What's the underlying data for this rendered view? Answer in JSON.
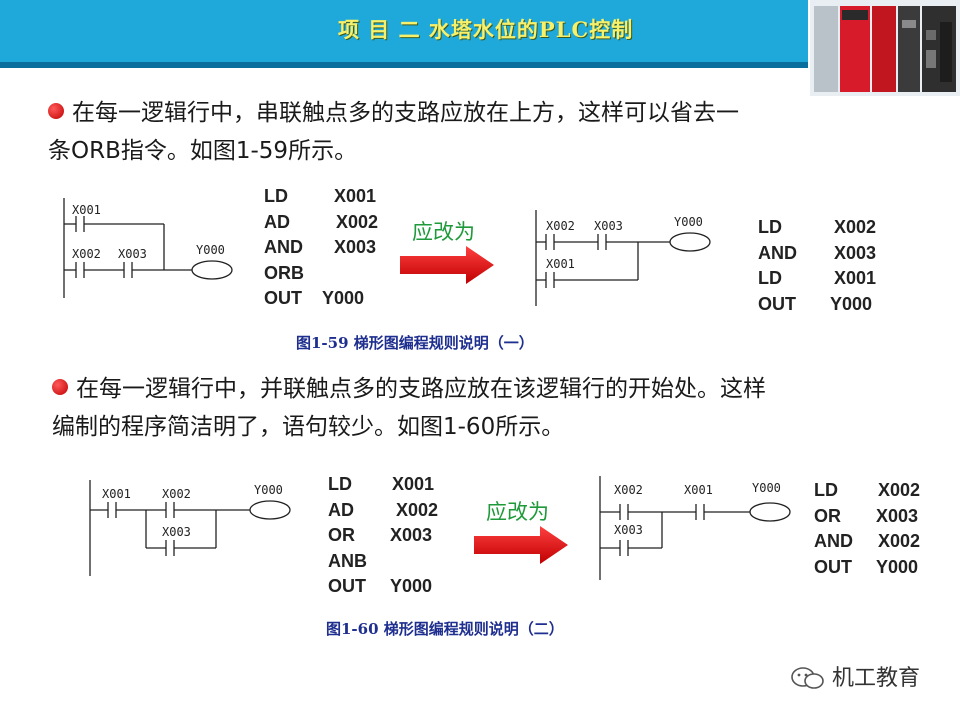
{
  "header": {
    "title": "项 目 二   水塔水位的PLC控制"
  },
  "section1": {
    "line1": "在每一逻辑行中，串联触点多的支路应放在上方，这样可以省去一",
    "line2": "条ORB指令。如图1-59所示。",
    "before_code": [
      {
        "op": "LD",
        "arg": "X001"
      },
      {
        "op": "AD",
        "arg": "X002"
      },
      {
        "op": "AND",
        "arg": "X003"
      },
      {
        "op": "ORB",
        "arg": ""
      },
      {
        "op": "OUT",
        "arg": "Y000"
      }
    ],
    "change_label": "应改为",
    "after_code": [
      {
        "op": "LD",
        "arg": "X002"
      },
      {
        "op": "AND",
        "arg": "X003"
      },
      {
        "op": "LD",
        "arg": "X001"
      },
      {
        "op": "OUT",
        "arg": "Y000"
      }
    ],
    "caption": "图1-59   梯形图编程规则说明（一）",
    "ladder_before": {
      "c1": "X001",
      "c2": "X002",
      "c3": "X003",
      "coil": "Y000"
    },
    "ladder_after": {
      "c1": "X002",
      "c2": "X003",
      "c3": "X001",
      "coil": "Y000"
    }
  },
  "section2": {
    "line1": "在每一逻辑行中，并联触点多的支路应放在该逻辑行的开始处。这样",
    "line2": "编制的程序简洁明了，语句较少。如图1-60所示。",
    "before_code": [
      {
        "op": "LD",
        "arg": "X001"
      },
      {
        "op": "AD",
        "arg": "X002"
      },
      {
        "op": "OR",
        "arg": "X003"
      },
      {
        "op": "ANB",
        "arg": ""
      },
      {
        "op": "OUT",
        "arg": "Y000"
      }
    ],
    "change_label": "应改为",
    "after_code": [
      {
        "op": "LD",
        "arg": "X002"
      },
      {
        "op": "OR",
        "arg": "X003"
      },
      {
        "op": "AND",
        "arg": "X002"
      },
      {
        "op": "OUT",
        "arg": "Y000"
      }
    ],
    "caption": "图1-60   梯形图编程规则说明（二）",
    "ladder_before": {
      "c1": "X001",
      "c2": "X002",
      "c3": "X003",
      "coil": "Y000"
    },
    "ladder_after": {
      "c1": "X002",
      "c2": "X001",
      "c3": "X003",
      "coil": "Y000"
    }
  },
  "watermark": {
    "text": "机工教育"
  },
  "colors": {
    "header": "#1fa9da",
    "title": "#f7f06a",
    "arrow": "#e01010",
    "green": "#1f9a3a",
    "caption": "#1f2f8f",
    "bullet": "#cc0000"
  }
}
